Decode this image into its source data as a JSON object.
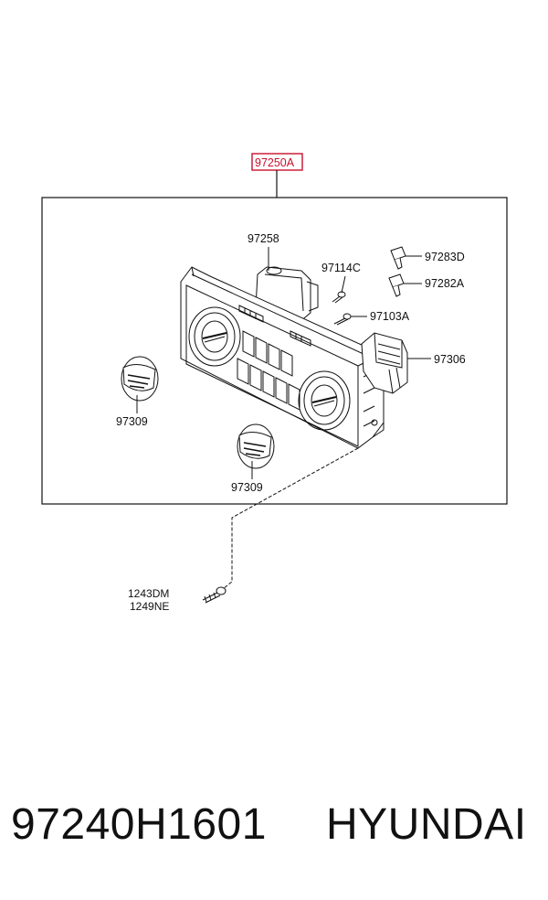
{
  "assembly": {
    "highlighted_label": "97250A",
    "highlight_color": "#c8102e"
  },
  "callouts": {
    "c97258": "97258",
    "c97114C": "97114C",
    "c97283D": "97283D",
    "c97282A": "97282A",
    "c97103A": "97103A",
    "c97306": "97306",
    "c97309a": "97309",
    "c97309b": "97309",
    "c1243DM": "1243DM",
    "c1249NE": "1249NE"
  },
  "footer": {
    "part_number": "97240H1601",
    "brand": "HYUNDAI"
  }
}
